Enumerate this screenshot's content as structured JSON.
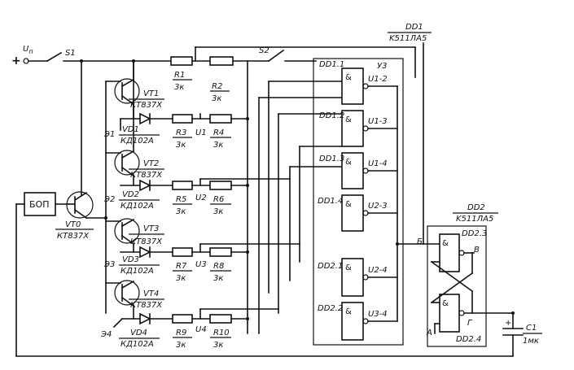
{
  "supply": {
    "label": "U",
    "label_sub": "п",
    "plus": "+",
    "switch": "S1"
  },
  "switch_s2": "S2",
  "chips": {
    "dd1_ref": "DD1",
    "dd1_type": "K511ЛА5",
    "dd2_ref": "DD2",
    "dd2_type": "K511ЛА5"
  },
  "bop": "БОП",
  "vt0": {
    "ref": "VT0",
    "type": "КТ837Х"
  },
  "channels": [
    {
      "vt": "VT1",
      "vt_type": "КТ837Х",
      "vd": "VD1",
      "vd_type": "КД102А",
      "emitter": "Э1",
      "r_a": "R3",
      "r_a_val": "3к",
      "r_b": "R4",
      "r_b_val": "3к",
      "u": "U1"
    },
    {
      "vt": "VT2",
      "vt_type": "КТ837Х",
      "vd": "VD2",
      "vd_type": "КД102А",
      "emitter": "Э2",
      "r_a": "R5",
      "r_a_val": "3к",
      "r_b": "R6",
      "r_b_val": "3к",
      "u": "U2"
    },
    {
      "vt": "VT3",
      "vt_type": "КТ837Х",
      "vd": "VD3",
      "vd_type": "КД102А",
      "emitter": "Э3",
      "r_a": "R7",
      "r_a_val": "3к",
      "r_b": "R8",
      "r_b_val": "3к",
      "u": "U3"
    },
    {
      "vt": "VT4",
      "vt_type": "КТ837Х",
      "vd": "VD4",
      "vd_type": "КД102А",
      "emitter": "Э4",
      "r_a": "R9",
      "r_a_val": "3к",
      "r_b": "R10",
      "r_b_val": "3к",
      "u": "U4"
    }
  ],
  "top_resistors": {
    "r1": "R1",
    "r1_val": "3к",
    "r2": "R2",
    "r2_val": "3к"
  },
  "gates": [
    {
      "ref": "DD1.1",
      "out": "U1-2"
    },
    {
      "ref": "DD1.2",
      "out": "U1-3"
    },
    {
      "ref": "DD1.3",
      "out": "U1-4"
    },
    {
      "ref": "DD1.4",
      "out": "U2-3"
    },
    {
      "ref": "DD2.1",
      "out": "U2-4"
    },
    {
      "ref": "DD2.2",
      "out": "U3-4"
    }
  ],
  "gate_symbol": "&",
  "u3_label": "У3",
  "latch": {
    "dd23": "DD2.3",
    "dd24": "DD2.4",
    "b": "Б",
    "v": "В",
    "a": "А",
    "g": "Г"
  },
  "capacitor": {
    "ref": "C1",
    "val": "1мк"
  }
}
